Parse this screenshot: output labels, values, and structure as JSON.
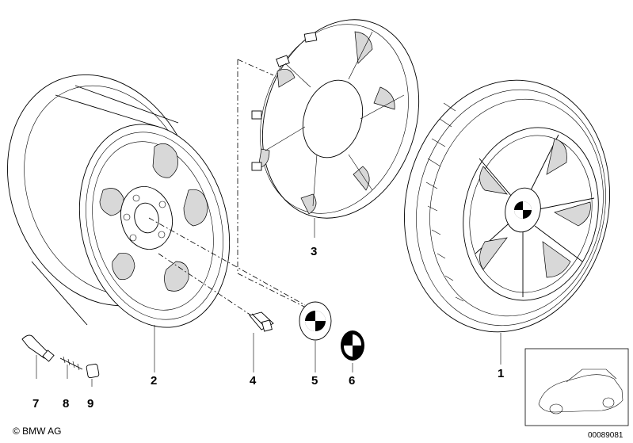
{
  "parts": {
    "p1": "1",
    "p2": "2",
    "p3": "3",
    "p4": "4",
    "p5": "5",
    "p6": "6",
    "p7": "7",
    "p8": "8",
    "p9": "9"
  },
  "copyright": "© BMW AG",
  "diagram_code": "00089081",
  "icons": [
    "steel-rim-icon",
    "hub-cap-icon",
    "tyre-icon",
    "wheel-bolt-icon",
    "emblem-icon",
    "valve-icon",
    "car-thumbnail-icon"
  ]
}
